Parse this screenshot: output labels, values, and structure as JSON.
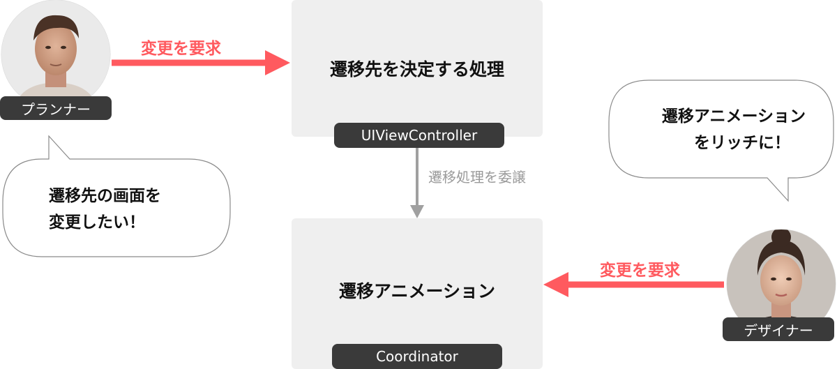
{
  "process_top": {
    "title": "遷移先を決定する処理",
    "tag": "UIViewController"
  },
  "process_bottom": {
    "title": "遷移アニメーション",
    "tag": "Coordinator"
  },
  "delegate_label": "遷移処理を委譲",
  "planner": {
    "role": "プランナー",
    "request_label": "変更を要求",
    "speech_line1": "遷移先の画面を",
    "speech_line2": "変更したい！"
  },
  "designer": {
    "role": "デザイナー",
    "request_label": "変更を要求",
    "speech_line1": "遷移アニメーション",
    "speech_line2": "をリッチに！"
  },
  "colors": {
    "accent": "#ff5a5f",
    "box": "#efefef",
    "tag": "#3a3a3a",
    "connector": "#a0a0a0"
  }
}
